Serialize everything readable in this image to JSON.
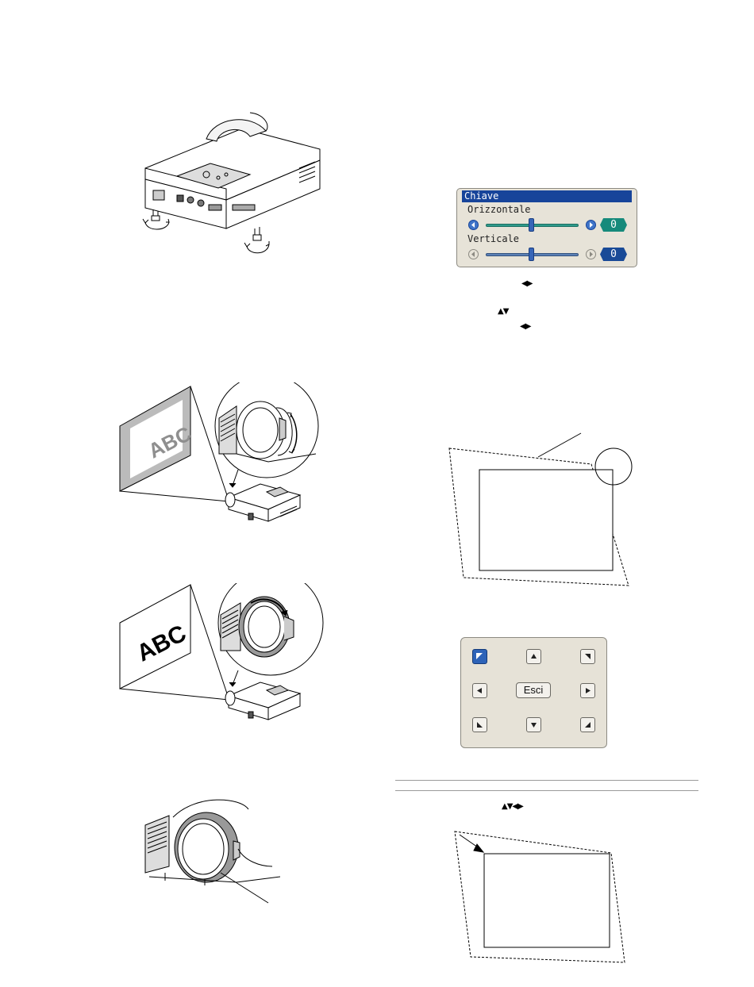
{
  "keystone_dialog": {
    "title": "Chiave",
    "horizontal_label": "Orizzontale",
    "horizontal_value": "0",
    "vertical_label": "Verticale",
    "vertical_value": "0"
  },
  "corner_panel": {
    "exit_label": "Esci",
    "selected_corner": "top-left"
  },
  "arrow_glyphs": {
    "left_right": "◀▶",
    "up_down": "▲▼",
    "left_right_2": "◀▶",
    "all": "▲▼◀▶"
  },
  "illustrations": {
    "screen_text_1": "ABC",
    "screen_text_2": "ABC"
  },
  "icons": [
    "projector-feet-adjust-icon",
    "zoom-ring-icon",
    "focus-ring-icon",
    "lens-icon",
    "keystone-outline-icon",
    "corner-arrow-icons"
  ],
  "colors": {
    "title_bar": "#17449a",
    "active_value": "#168a7b",
    "inactive_value": "#194a97",
    "dialog_bg": "#e7e3d8"
  }
}
